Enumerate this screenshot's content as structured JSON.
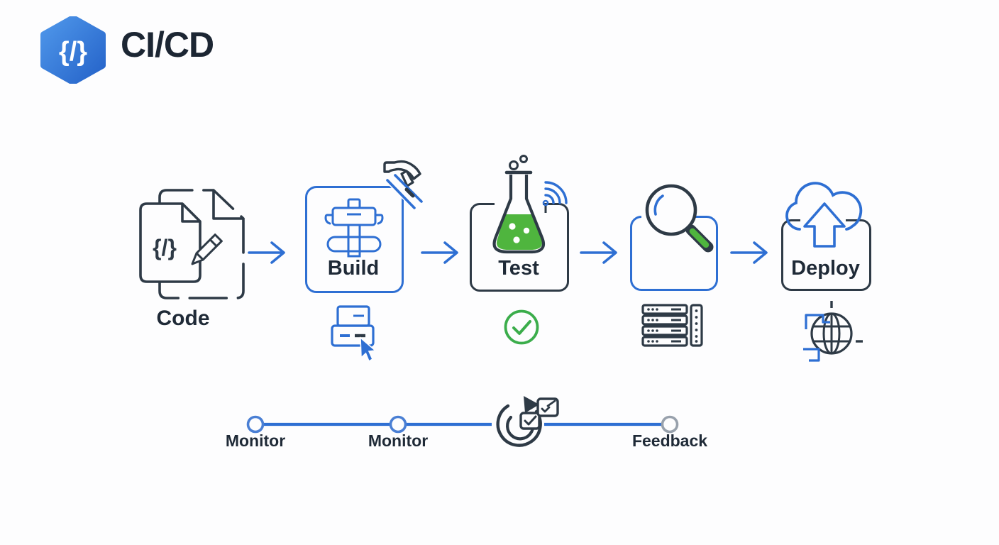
{
  "header": {
    "title": "CI/CD",
    "logo_glyph": "{/}"
  },
  "pipeline": {
    "stages": [
      {
        "id": "code",
        "label": "Code",
        "glyph": "{/}",
        "icon": "code-documents-icon"
      },
      {
        "id": "build",
        "label": "Build",
        "icon": "build-tool-icon",
        "corner_icon": "hammer-icon"
      },
      {
        "id": "test",
        "label": "Test",
        "icon": "flask-icon",
        "corner_icon": "signal-icon"
      },
      {
        "id": "review",
        "label": "",
        "icon": "magnifier-icon"
      },
      {
        "id": "deploy",
        "label": "Deploy",
        "icon": "cloud-upload-icon"
      }
    ],
    "sub_icons": [
      "printer-click-icon",
      "check-circle-icon",
      "server-rack-icon",
      "globe-network-icon"
    ],
    "connector": "arrow-right-icon"
  },
  "timeline": {
    "labels": [
      "Monitor",
      "Monitor",
      "Feedback"
    ],
    "center_icon": "cycle-checklist-icon"
  },
  "colors": {
    "blue": "#2e6fd3",
    "dark": "#2e3a46",
    "flask_green": "#4fb53e",
    "check_green": "#3bad4b",
    "gray_node": "#98a1ac",
    "title_text": "#1c2633",
    "label_text": "#1f2a37",
    "background": "#fdfdfe"
  }
}
